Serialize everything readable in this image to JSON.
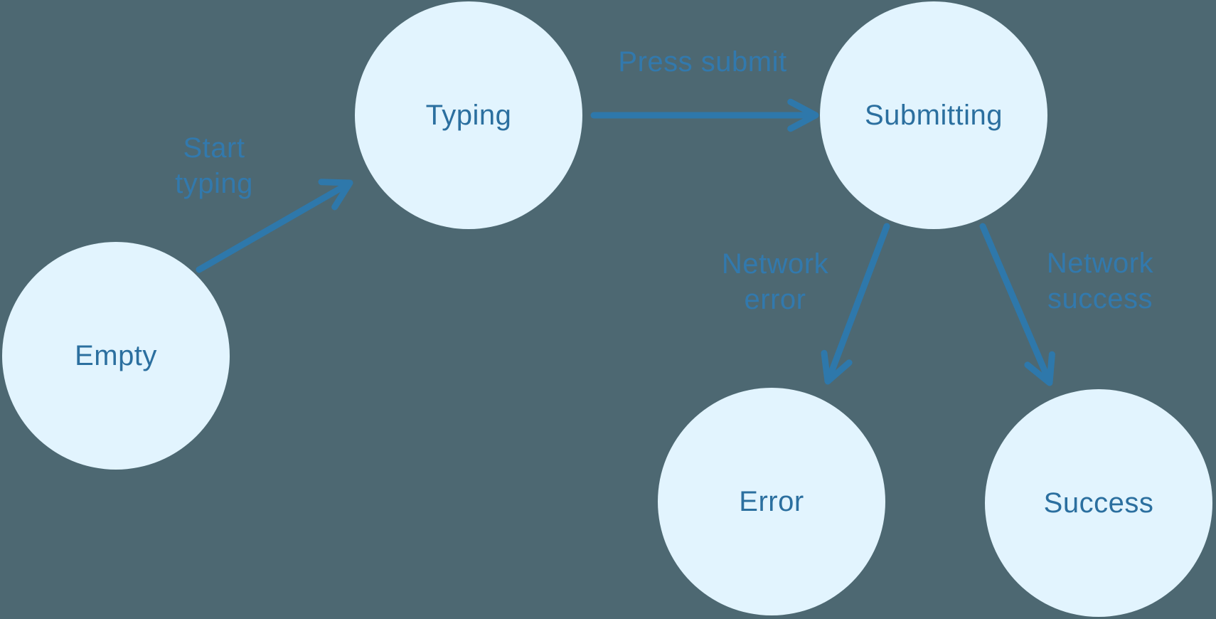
{
  "diagram": {
    "type": "state-machine",
    "colors": {
      "background": "#4d6872",
      "node_fill": "#e2f4fe",
      "node_text": "#2b6f9f",
      "arrow": "#2e78ab",
      "transition_label": "#3279ad"
    },
    "states": [
      {
        "id": "empty",
        "label": "Empty"
      },
      {
        "id": "typing",
        "label": "Typing"
      },
      {
        "id": "submitting",
        "label": "Submitting"
      },
      {
        "id": "error",
        "label": "Error"
      },
      {
        "id": "success",
        "label": "Success"
      }
    ],
    "transitions": [
      {
        "from": "empty",
        "to": "typing",
        "label": "Start typing",
        "lines": [
          "Start",
          "typing"
        ]
      },
      {
        "from": "typing",
        "to": "submitting",
        "label": "Press submit",
        "lines": [
          "Press submit"
        ]
      },
      {
        "from": "submitting",
        "to": "error",
        "label": "Network error",
        "lines": [
          "Network",
          "error"
        ]
      },
      {
        "from": "submitting",
        "to": "success",
        "label": "Network success",
        "lines": [
          "Network",
          "success"
        ]
      }
    ]
  }
}
